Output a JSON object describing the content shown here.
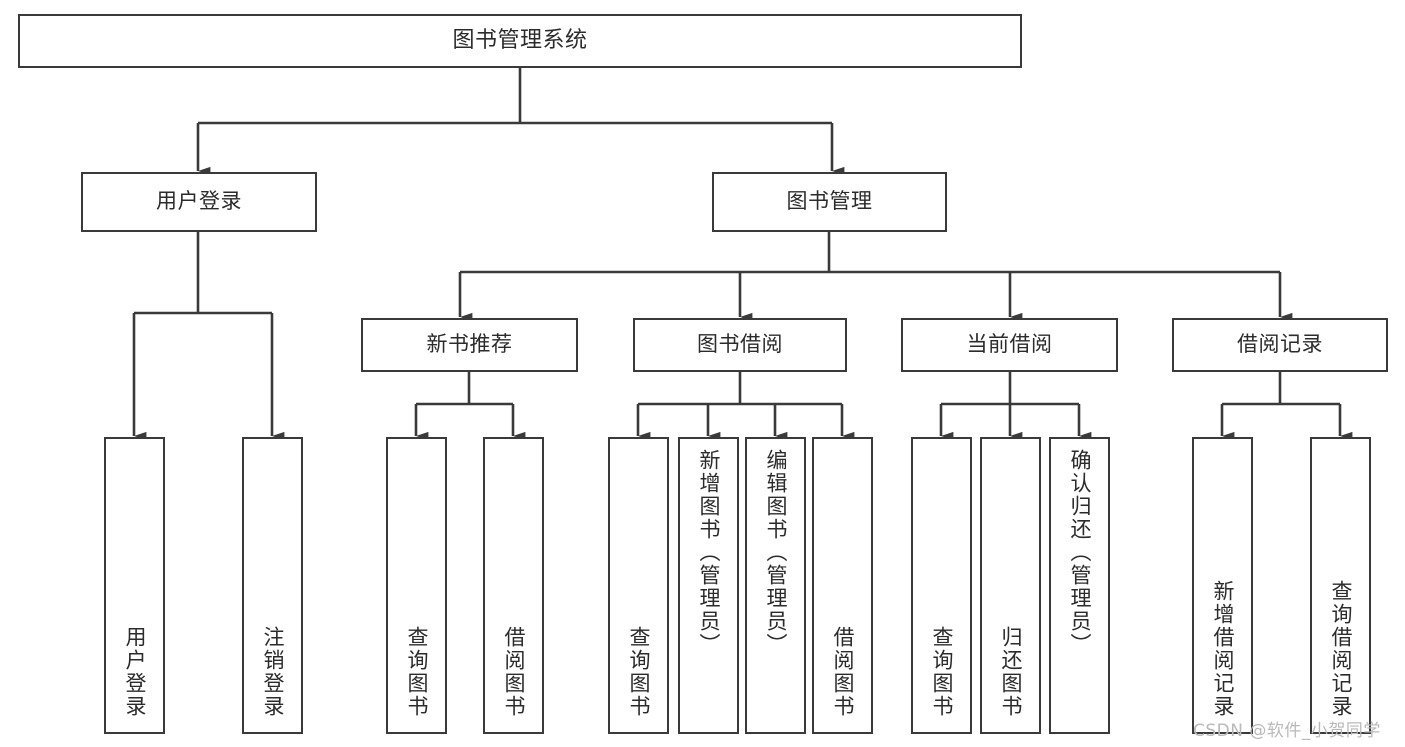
{
  "diagram": {
    "title": "图书管理系统",
    "type": "tree-hierarchy",
    "root": {
      "label": "图书管理系统"
    },
    "tier1": [
      {
        "label": "用户登录"
      },
      {
        "label": "图书管理"
      }
    ],
    "tier2": [
      {
        "label": "新书推荐"
      },
      {
        "label": "图书借阅"
      },
      {
        "label": "当前借阅"
      },
      {
        "label": "借阅记录"
      }
    ],
    "leaves": {
      "user_login": [
        {
          "label": "用户登录"
        },
        {
          "label": "注销登录"
        }
      ],
      "new_book_recommend": [
        {
          "label": "查询图书"
        },
        {
          "label": "借阅图书"
        }
      ],
      "book_borrow": [
        {
          "label": "查询图书"
        },
        {
          "label": "新增图书（管理员）"
        },
        {
          "label": "编辑图书（管理员）"
        },
        {
          "label": "借阅图书"
        }
      ],
      "current_borrow": [
        {
          "label": "查询图书"
        },
        {
          "label": "归还图书"
        },
        {
          "label": "确认归还（管理员）"
        }
      ],
      "borrow_records": [
        {
          "label": "新增借阅记录"
        },
        {
          "label": "查询借阅记录"
        }
      ]
    }
  },
  "watermark": {
    "text": "CSDN @软件_小贺同学"
  },
  "colors": {
    "stroke": "#3a3a3a",
    "background": "#ffffff",
    "text": "#2b2b2b",
    "watermark": "#b9b9b9"
  }
}
